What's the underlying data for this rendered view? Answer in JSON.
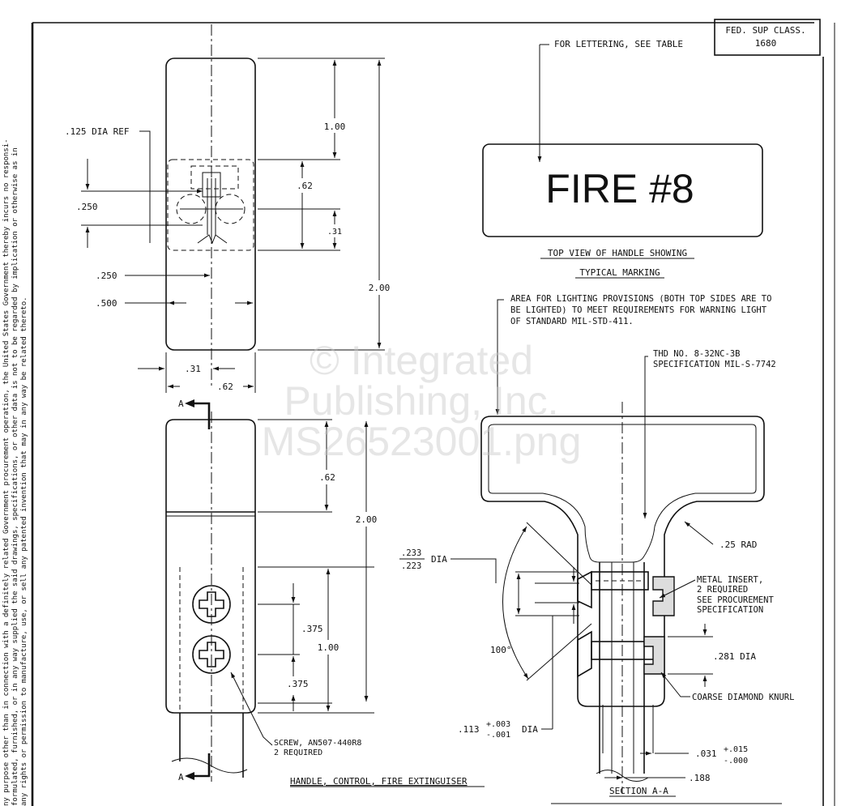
{
  "fsc_box": {
    "line1": "FED. SUP CLASS.",
    "line2": "1680"
  },
  "left_margin_text": {
    "line1": "ny purpose other than in connection with a definitely related Government procurement operation, the United States Government thereby incurs no responsi-",
    "line2": "formulated, furnished, or in any way supplied the said drawings, specifications, or other data is not to be regarded by implication or otherwise as in",
    "line3": "any rights or permission to manufacture, use, or sell any patented invention that may in any way be related thereto."
  },
  "top_view": {
    "lettering_note": "FOR LETTERING, SEE TABLE",
    "marking_text": "FIRE #8",
    "caption_line1": "TOP VIEW OF HANDLE SHOWING",
    "caption_line2": "TYPICAL MARKING"
  },
  "upper_left_view": {
    "dia_ref": ".125 DIA REF",
    "dim_250_side": ".250",
    "dim_250": ".250",
    "dim_500": ".500",
    "dim_100": "1.00",
    "dim_62": ".62",
    "dim_31": ".31",
    "dim_200": "2.00",
    "dim_31_bottom": ".31",
    "dim_62_bottom": ".62"
  },
  "lower_left_view": {
    "section_mark": "A",
    "dim_62": ".62",
    "dim_200": "2.00",
    "dim_375_top": ".375",
    "dim_100": "1.00",
    "dim_375_bottom": ".375",
    "screw_line1": "SCREW, AN507-440R8",
    "screw_line2": "2 REQUIRED",
    "caption": "HANDLE, CONTROL, FIRE EXTINGUISER"
  },
  "section_view": {
    "area_note_line1": "AREA FOR LIGHTING PROVISIONS (BOTH TOP SIDES ARE TO",
    "area_note_line2": "BE LIGHTED) TO MEET REQUIREMENTS FOR WARNING LIGHT",
    "area_note_line3": "OF STANDARD MIL-STD-411.",
    "thd_line1": "THD NO. 8-32NC-3B",
    "thd_line2": "SPECIFICATION MIL-S-7742",
    "rad": ".25 RAD",
    "dia_top": ".233",
    "dia_bottom": ".223",
    "dia_label": "DIA",
    "angle": "100°",
    "insert_line1": "METAL INSERT,",
    "insert_line2": "2 REQUIRED",
    "insert_line3": "SEE PROCUREMENT",
    "insert_line4": "SPECIFICATION",
    "dia_281": ".281 DIA",
    "knurl": "COARSE DIAMOND KNURL",
    "dim_113": ".113",
    "tol_113_plus": "+.003",
    "tol_113_minus": "-.001",
    "dia_113_label": "DIA",
    "dim_031": ".031",
    "tol_031_plus": "+.015",
    "tol_031_minus": "-.000",
    "dim_188": ".188",
    "caption": "SECTION A-A"
  },
  "watermark": {
    "line1": "© Integrated",
    "line2": "Publishing, Inc.",
    "line3": "MS26523001.png"
  }
}
